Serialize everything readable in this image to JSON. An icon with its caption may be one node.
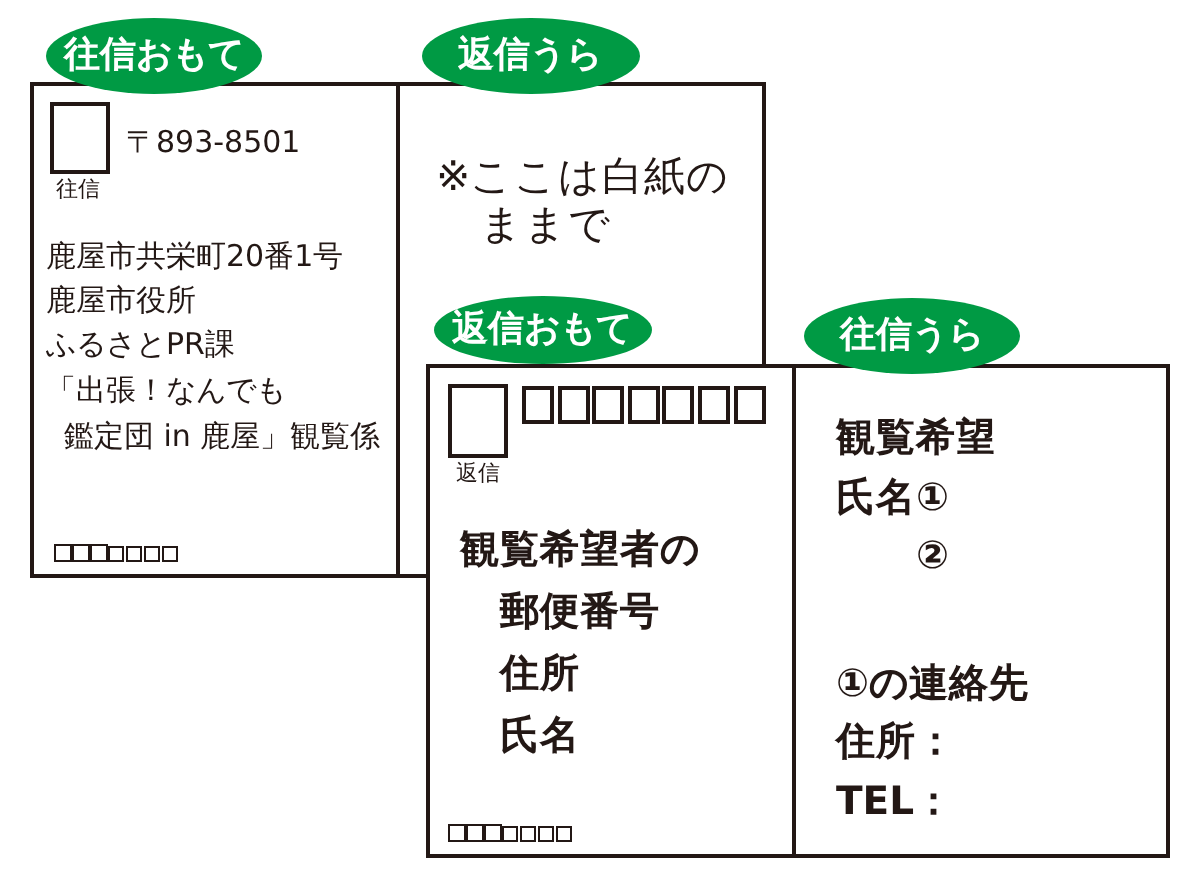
{
  "diagram": {
    "nodes": [
      {
        "text": [
          "往信おもて"
        ]
      },
      {
        "text": [
          "〒893-8501",
          "鹿屋市共栄町20番1号",
          "鹿屋市役所",
          "ふるさとPR課",
          "「出張！なんでも鑑定団 in 鹿屋」観覧係"
        ]
      },
      {
        "text": [],
        "shape": "box",
        "beside": [
          "往信"
        ],
        "in": 1
      },
      {
        "text": [
          "返信うら"
        ]
      },
      {
        "text": [
          "※ここは白紙のままで"
        ]
      },
      {
        "text": [
          "返信おもて"
        ],
        "in": 4
      },
      {
        "text": [
          "観覧希望者の",
          "郵便番号",
          "住所",
          "氏名"
        ]
      },
      {
        "text": [],
        "shape": "box",
        "beside": [
          "返信"
        ],
        "in": 6
      },
      {
        "text": [
          "往信うら"
        ]
      },
      {
        "text": [
          "観覧希望",
          "氏名①",
          "②",
          "①の連絡先",
          "住所：",
          "TEL："
        ]
      }
    ]
  }
}
